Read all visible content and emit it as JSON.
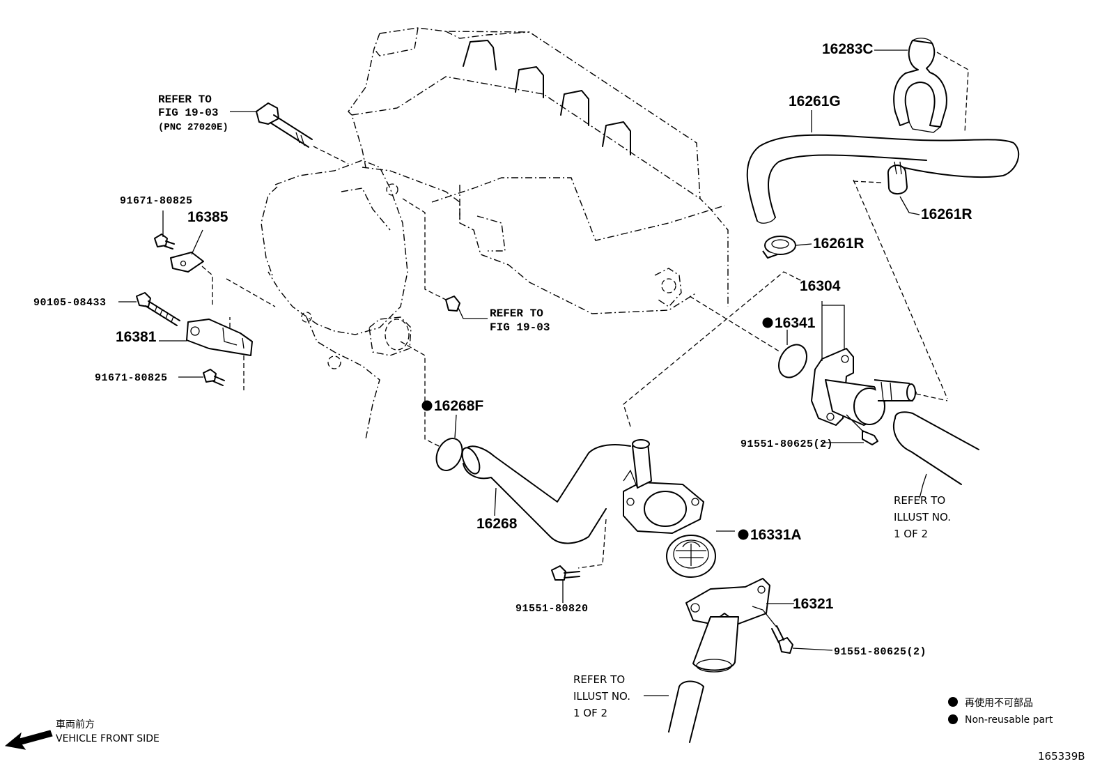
{
  "parts": {
    "p16283C": "16283C",
    "p16261G": "16261G",
    "p16261R_top": "16261R",
    "p16261R_mid": "16261R",
    "p16304": "16304",
    "p16341": "16341",
    "p16385": "16385",
    "p16381": "16381",
    "p16268F": "16268F",
    "p16268": "16268",
    "p16331A": "16331A",
    "p16321": "16321",
    "p91671_top": "91671-80825",
    "p91671_bot": "91671-80825",
    "p90105": "90105-08433",
    "p91551_right": "91551-80625(2)",
    "p91551_820": "91551-80820",
    "p91551_bot": "91551-80625(2)"
  },
  "references": {
    "top_left": [
      "REFER TO",
      "FIG 19-03",
      "(PNC 27020E)"
    ],
    "middle": [
      "REFER TO",
      "FIG 19-03"
    ],
    "right": [
      "REFER TO",
      "ILLUST NO.",
      "1 OF 2"
    ],
    "bottom": [
      "REFER TO",
      "ILLUST NO.",
      "1 OF 2"
    ]
  },
  "legend": {
    "jp": "再使用不可部品",
    "en": "Non-reusable part"
  },
  "vehicle_front": {
    "jp": "車両前方",
    "en": "VEHICLE FRONT SIDE"
  },
  "figure_id": "165339B"
}
